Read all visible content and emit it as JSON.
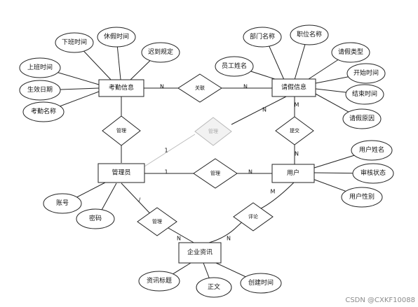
{
  "entities": {
    "attendance": "考勤信息",
    "leave": "请假信息",
    "admin": "管理员",
    "user": "用户",
    "news": "企业资讯"
  },
  "relationships": {
    "assoc": "关联",
    "manage_att": "管理",
    "manage_leave": "管理",
    "submit": "提交",
    "manage_user": "管理",
    "manage_news": "管理",
    "comment": "评论"
  },
  "attributes": {
    "off_time": "下班时间",
    "rest_time": "休假时间",
    "late_rule": "迟到规定",
    "on_time": "上班时间",
    "issue_date": "生效日期",
    "att_name": "考勤名称",
    "dept_name": "部门名称",
    "post_name": "职位名称",
    "leave_type": "请假类型",
    "emp_name": "员工姓名",
    "start_time": "开始时间",
    "end_time": "结束时间",
    "leave_reason": "请假原因",
    "user_name": "用户姓名",
    "audit_status": "审核状态",
    "user_gender": "用户性别",
    "account": "账号",
    "password": "密码",
    "news_title": "资讯标题",
    "body_text": "正文",
    "created_time": "创建时间"
  },
  "cardinality": {
    "att_assoc": "N",
    "assoc_leave": "N",
    "leave_mgr": "N",
    "admin_mgr": "1",
    "leave_submit": "M",
    "submit_user": "N",
    "admin_mu": "1",
    "mu_user": "N",
    "admin_mn": "/",
    "mn_news": "N",
    "user_cm": "M",
    "cm_news": "N"
  },
  "watermark": "CSDN @CXKF10088"
}
